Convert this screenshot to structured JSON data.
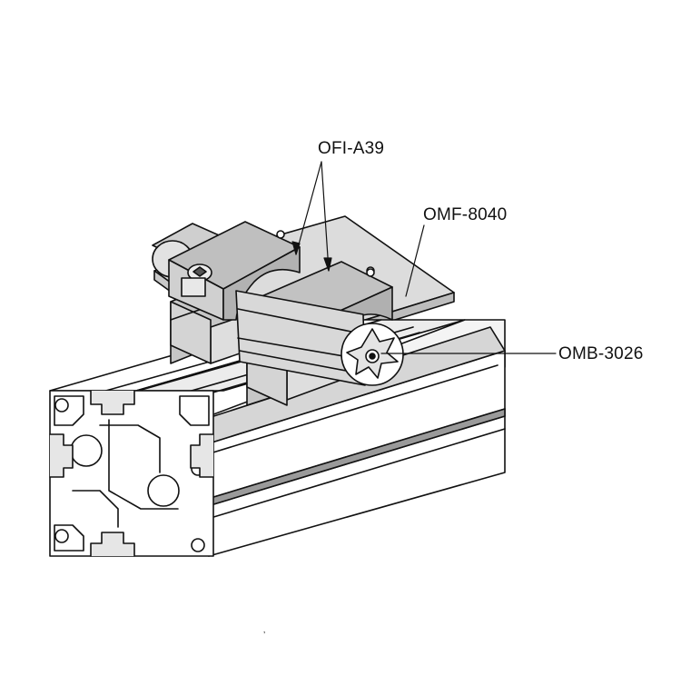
{
  "labels": {
    "clamp_part": "OFI-A39",
    "plate_part": "OMF-8040",
    "bar_part": "OMB-3026"
  },
  "colors": {
    "outline": "#111111",
    "light_face": "#ffffff",
    "mid_face": "#d9d9d9",
    "dark_face": "#bdbdbd",
    "shadow_face": "#a8a8a8"
  }
}
